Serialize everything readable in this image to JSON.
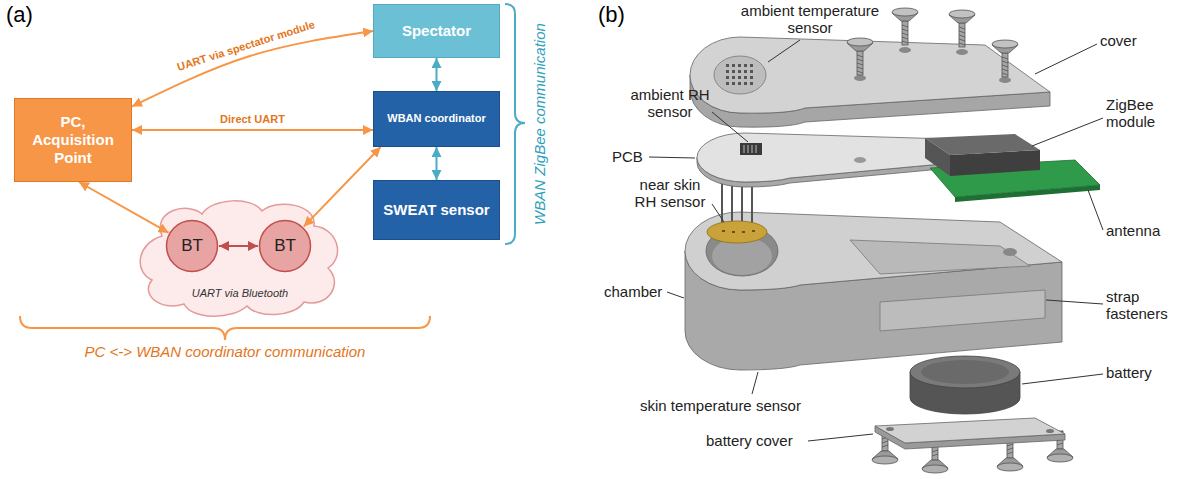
{
  "diagram": {
    "nodes": [
      {
        "text": [
          "PC, Acquisition Point"
        ]
      },
      {
        "text": [
          "Spectator"
        ]
      },
      {
        "text": [
          "WBAN coordinator"
        ]
      },
      {
        "text": [
          "SWEAT sensor"
        ]
      },
      {
        "text": [
          "UART via Bluetooth"
        ]
      },
      {
        "text": [
          "BT"
        ],
        "in": 4
      },
      {
        "text": [
          "BT"
        ],
        "in": 4
      }
    ],
    "edges": [
      {
        "from": 0,
        "to": 1,
        "arrow": "both",
        "label": "UART via spectator module"
      },
      {
        "from": 0,
        "to": 2,
        "arrow": "both",
        "label": "Direct UART"
      },
      {
        "from": 1,
        "to": 2,
        "arrow": "both"
      },
      {
        "from": 2,
        "to": 3,
        "arrow": "both"
      },
      {
        "from": 0,
        "to": 5,
        "arrow": "both"
      },
      {
        "from": 5,
        "to": 6,
        "arrow": "both"
      },
      {
        "from": 6,
        "to": 2,
        "arrow": "both"
      }
    ],
    "labels": [
      "(a)",
      "WBAN ZigBee communication",
      "PC <-> WBAN coordinator communication",
      "(b)",
      "ambient temperature sensor",
      "cover",
      "ambient RH sensor",
      "ZigBee module",
      "PCB",
      "antenna",
      "near skin RH sensor",
      "chamber",
      "strap fasteners",
      "battery",
      "skin temperature sensor",
      "battery cover"
    ]
  }
}
